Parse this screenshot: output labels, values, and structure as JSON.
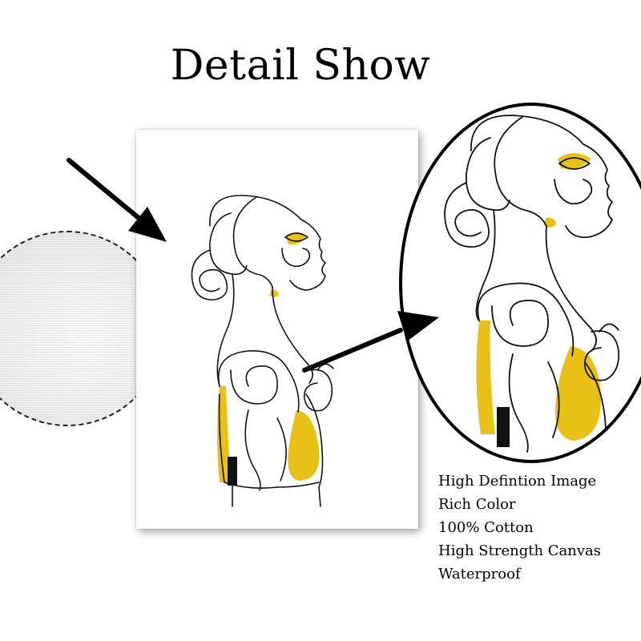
{
  "title": "Detail Show",
  "features": [
    "High Defintion Image",
    "Rich Color",
    "100% Cotton",
    "High Strength Canvas",
    "Waterproof"
  ],
  "colors": {
    "accent": "#e8c018",
    "line": "#111111",
    "background": "#ffffff"
  }
}
